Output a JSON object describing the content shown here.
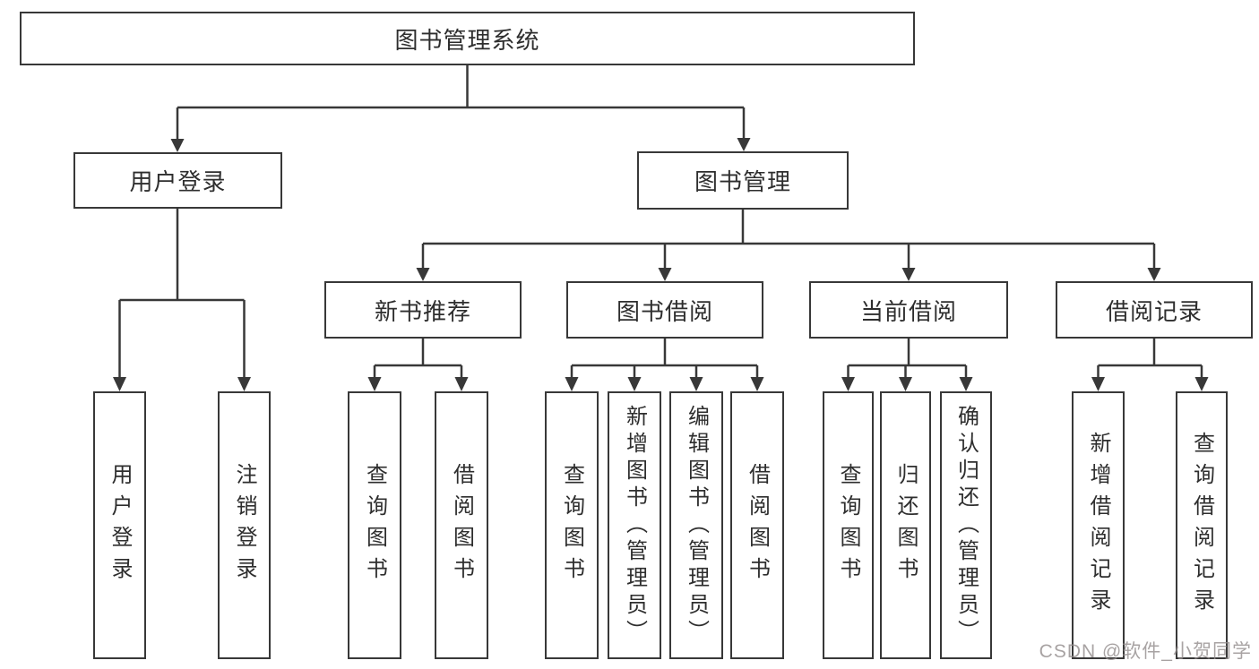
{
  "colors": {
    "background": "#ffffff",
    "box_border": "#383838",
    "connector_line": "#383838",
    "text": "#2e2e2e",
    "watermark_text": "#928c8c"
  },
  "nodes": {
    "root": "图书管理系统",
    "user_login": "用户登录",
    "book_mgmt": "图书管理",
    "new_book_rec": "新书推荐",
    "book_borrow": "图书借阅",
    "current_borrow": "当前借阅",
    "borrow_record": "借阅记录",
    "leaf_user_login": "用户登录",
    "leaf_logout": "注销登录",
    "leaf_query_book_rec": "查询图书",
    "leaf_borrow_book_rec": "借阅图书",
    "leaf_query_book_borrow": "查询图书",
    "leaf_add_book": "新增图书（管理员）",
    "leaf_edit_book": "编辑图书（管理员）",
    "leaf_borrow_book_borrow": "借阅图书",
    "leaf_query_book_current": "查询图书",
    "leaf_return_book": "归还图书",
    "leaf_confirm_return": "确认归还（管理员）",
    "leaf_add_borrow_record": "新增借阅记录",
    "leaf_query_borrow_record": "查询借阅记录"
  },
  "hierarchy": {
    "root": [
      "user_login",
      "book_mgmt"
    ],
    "user_login": [
      "leaf_user_login",
      "leaf_logout"
    ],
    "book_mgmt": [
      "new_book_rec",
      "book_borrow",
      "current_borrow",
      "borrow_record"
    ],
    "new_book_rec": [
      "leaf_query_book_rec",
      "leaf_borrow_book_rec"
    ],
    "book_borrow": [
      "leaf_query_book_borrow",
      "leaf_add_book",
      "leaf_edit_book",
      "leaf_borrow_book_borrow"
    ],
    "current_borrow": [
      "leaf_query_book_current",
      "leaf_return_book",
      "leaf_confirm_return"
    ],
    "borrow_record": [
      "leaf_add_borrow_record",
      "leaf_query_borrow_record"
    ]
  },
  "watermark": "CSDN @软件_小贺同学"
}
